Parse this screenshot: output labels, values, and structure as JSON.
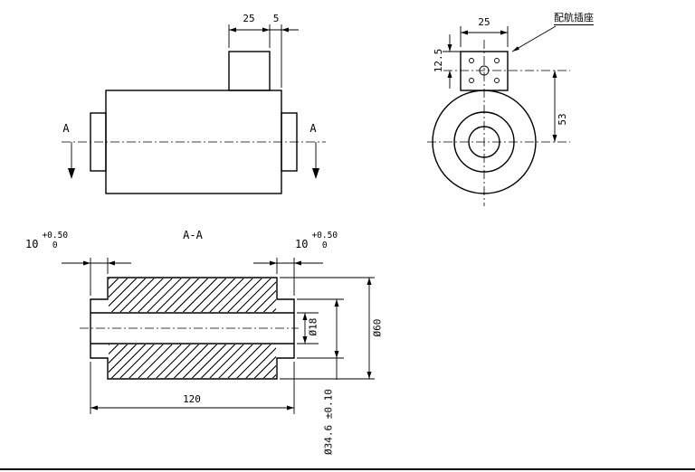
{
  "drawing": {
    "side_view": {
      "dim_box_width": "25",
      "dim_box_offset": "5",
      "section_arrow_left": "A",
      "section_arrow_right": "A"
    },
    "end_view": {
      "dim_block_width": "25",
      "dim_hole_offset": "12.5",
      "dim_center_distance": "53",
      "connector_callout": "配航插座"
    },
    "section_view": {
      "title": "A-A",
      "dim_left_step": {
        "nominal": "10",
        "upper": "+0.50",
        "lower": "0"
      },
      "dim_right_step": {
        "nominal": "10",
        "upper": "+0.50",
        "lower": "0"
      },
      "dim_length": "120",
      "dim_bore": "Ø18",
      "dim_outer": "Ø60",
      "dim_step_dia": "Ø34.6 ±0.10"
    }
  }
}
